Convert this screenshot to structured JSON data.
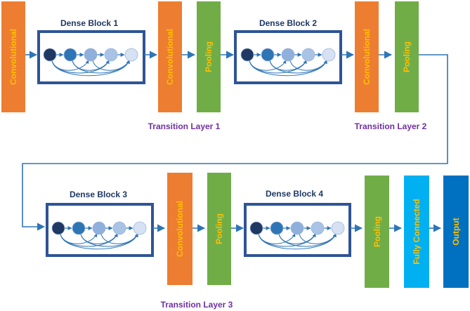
{
  "colors": {
    "convolutional": "#ed7d31",
    "pooling": "#70ad47",
    "fully_connected": "#00b0f0",
    "output": "#0070c0",
    "block_border": "#2f5496",
    "arrow": "#2e75b6",
    "transition_text": "#7030a0",
    "label_text": "#ffc000",
    "node_colors": [
      "#1f3864",
      "#2e75b6",
      "#8fb0dc",
      "#a9c3e6",
      "#d6e2f3"
    ]
  },
  "labels": {
    "convolutional": "Convolutional",
    "pooling": "Pooling",
    "fully_connected": "Fully Connected",
    "output": "Output"
  },
  "dense_blocks": [
    {
      "title": "Dense Block 1"
    },
    {
      "title": "Dense Block 2"
    },
    {
      "title": "Dense Block 3"
    },
    {
      "title": "Dense Block 4"
    }
  ],
  "transition_layers": [
    {
      "label": "Transition Layer  1"
    },
    {
      "label": "Transition Layer  2"
    },
    {
      "label": "Transition Layer  3"
    }
  ]
}
